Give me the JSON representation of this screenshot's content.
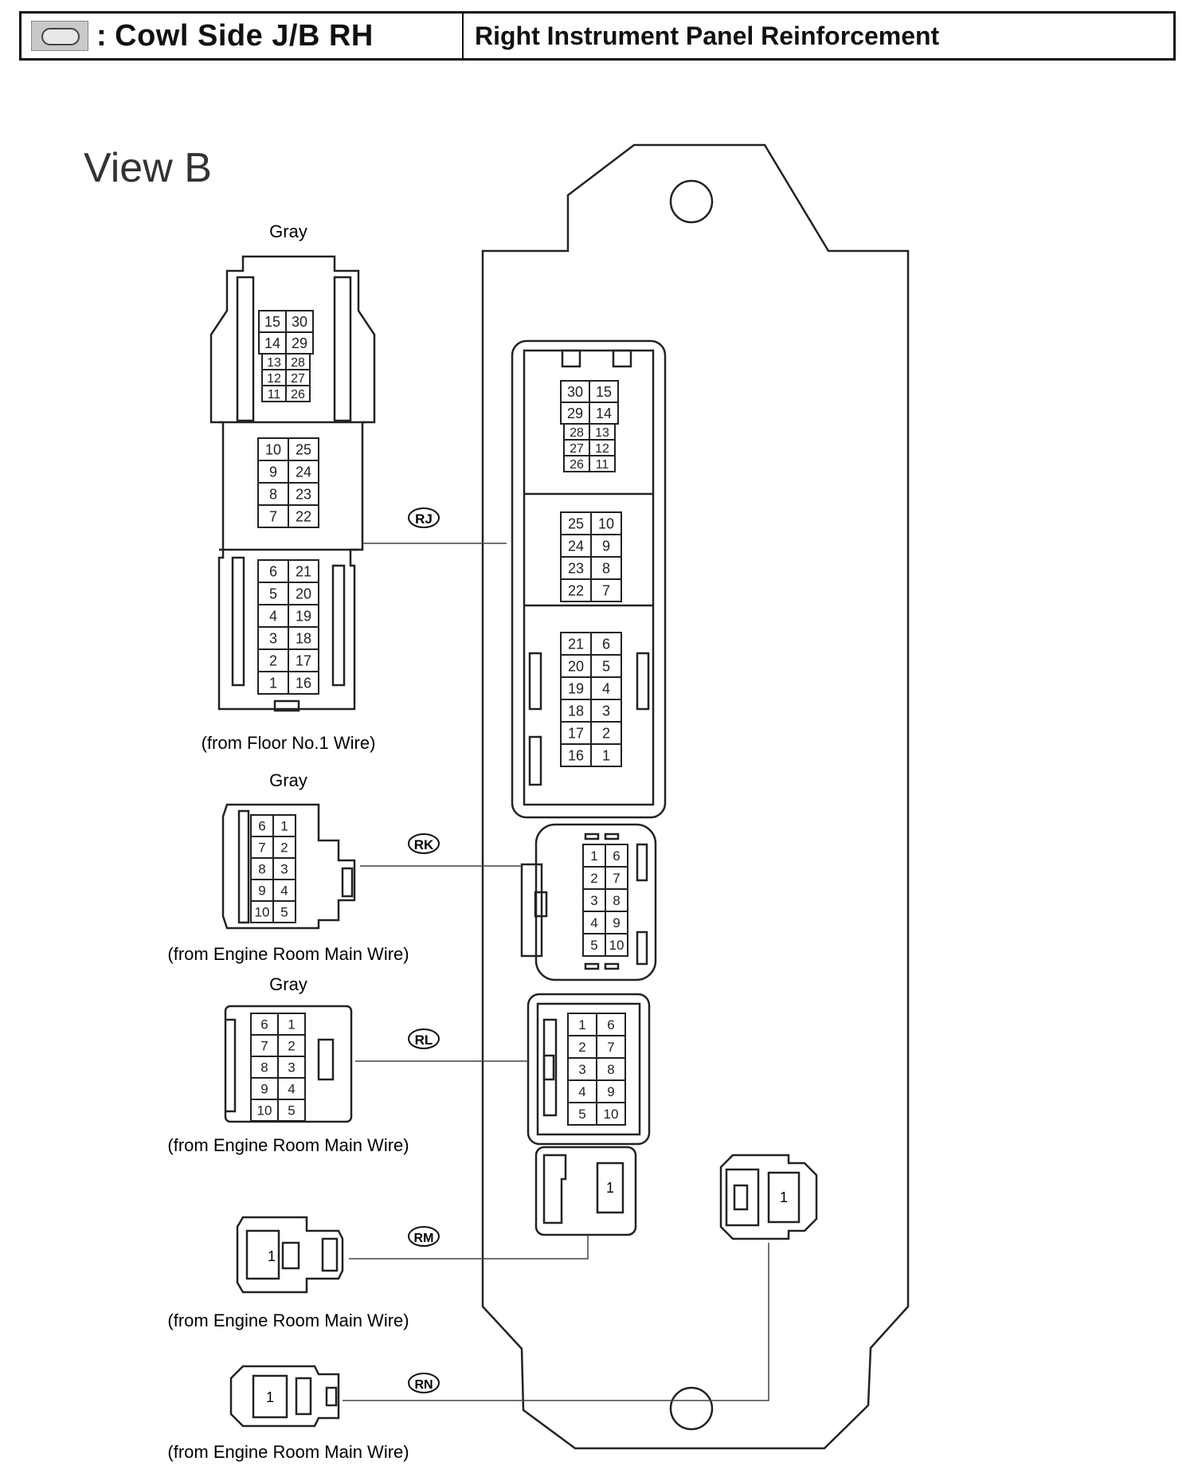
{
  "header": {
    "prefix": ":",
    "title": "Cowl Side J/B RH",
    "location": "Right Instrument Panel Reinforcement",
    "icon": "connector-oval-icon"
  },
  "view_label": "View B",
  "connectors": {
    "rj": {
      "code": "RJ",
      "color": "Gray",
      "source": "(from Floor No.1 Wire)",
      "left_top": [
        [
          "15",
          "30"
        ],
        [
          "14",
          "29"
        ],
        [
          "13",
          "28"
        ],
        [
          "12",
          "27"
        ],
        [
          "11",
          "26"
        ]
      ],
      "left_mid": [
        [
          "10",
          "25"
        ],
        [
          "9",
          "24"
        ],
        [
          "8",
          "23"
        ],
        [
          "7",
          "22"
        ]
      ],
      "left_bot": [
        [
          "6",
          "21"
        ],
        [
          "5",
          "20"
        ],
        [
          "4",
          "19"
        ],
        [
          "3",
          "18"
        ],
        [
          "2",
          "17"
        ],
        [
          "1",
          "16"
        ]
      ],
      "right_top": [
        [
          "30",
          "15"
        ],
        [
          "29",
          "14"
        ],
        [
          "28",
          "13"
        ],
        [
          "27",
          "12"
        ],
        [
          "26",
          "11"
        ]
      ],
      "right_mid": [
        [
          "25",
          "10"
        ],
        [
          "24",
          "9"
        ],
        [
          "23",
          "8"
        ],
        [
          "22",
          "7"
        ]
      ],
      "right_bot": [
        [
          "21",
          "6"
        ],
        [
          "20",
          "5"
        ],
        [
          "19",
          "4"
        ],
        [
          "18",
          "3"
        ],
        [
          "17",
          "2"
        ],
        [
          "16",
          "1"
        ]
      ]
    },
    "rk": {
      "code": "RK",
      "color": "Gray",
      "source": "(from Engine Room Main Wire)",
      "left": [
        [
          "6",
          "1"
        ],
        [
          "7",
          "2"
        ],
        [
          "8",
          "3"
        ],
        [
          "9",
          "4"
        ],
        [
          "10",
          "5"
        ]
      ],
      "right": [
        [
          "1",
          "6"
        ],
        [
          "2",
          "7"
        ],
        [
          "3",
          "8"
        ],
        [
          "4",
          "9"
        ],
        [
          "5",
          "10"
        ]
      ]
    },
    "rl": {
      "code": "RL",
      "color": "Gray",
      "source": "(from Engine Room Main Wire)",
      "left": [
        [
          "6",
          "1"
        ],
        [
          "7",
          "2"
        ],
        [
          "8",
          "3"
        ],
        [
          "9",
          "4"
        ],
        [
          "10",
          "5"
        ]
      ],
      "right": [
        [
          "1",
          "6"
        ],
        [
          "2",
          "7"
        ],
        [
          "3",
          "8"
        ],
        [
          "4",
          "9"
        ],
        [
          "5",
          "10"
        ]
      ]
    },
    "rm": {
      "code": "RM",
      "source": "(from Engine Room Main Wire)",
      "left_pin": "1",
      "right_pin": "1"
    },
    "rn": {
      "code": "RN",
      "source": "(from Engine Room Main Wire)",
      "left_pin": "1",
      "right_pin": "1"
    }
  }
}
